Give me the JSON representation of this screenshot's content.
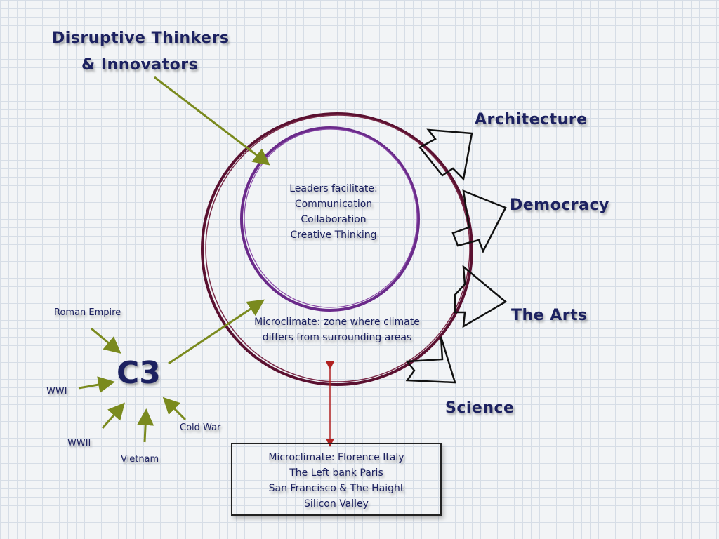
{
  "title_lines": [
    "Disruptive Thinkers",
    "& Innovators"
  ],
  "inner_circle": {
    "lines": [
      "Leaders facilitate:",
      "Communication",
      "Collaboration",
      "Creative Thinking"
    ]
  },
  "outer_circle": {
    "lines": [
      "Microclimate:  zone where climate",
      "differs from surrounding areas"
    ]
  },
  "outputs": [
    "Architecture",
    "Democracy",
    "The Arts",
    "Science"
  ],
  "hub": "C3",
  "inputs": [
    "Roman Empire",
    "WWI",
    "WWII",
    "Vietnam",
    "Cold War"
  ],
  "examples_box": {
    "lines": [
      "Microclimate:  Florence Italy",
      "The Left bank Paris",
      "San Francisco & The Haight",
      "Silicon Valley"
    ]
  },
  "colors": {
    "text": "#1c2160",
    "arrow_green": "#7a8a1e",
    "outer_circle": "#5a1030",
    "inner_circle": "#6a2a8a",
    "red_arrow": "#b02020"
  }
}
